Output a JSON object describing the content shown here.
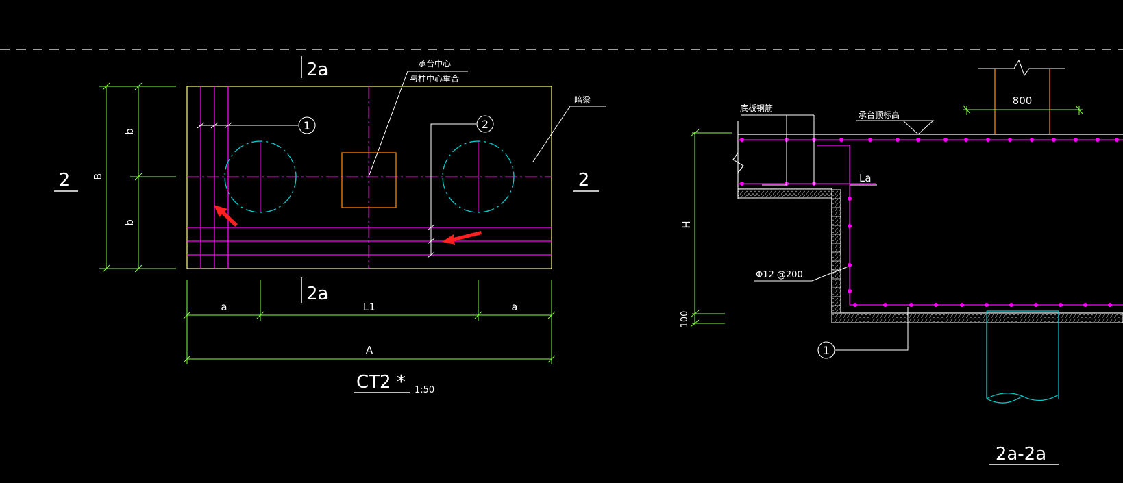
{
  "plan": {
    "section_mark_top": "2a",
    "section_mark_bottom": "2a",
    "section_left": "2",
    "section_right": "2",
    "label_B": "B",
    "label_b_top": "b",
    "label_b_bottom": "b",
    "label_a_left": "a",
    "label_L1": "L1",
    "label_a_right": "a",
    "label_A": "A",
    "note_line1": "承台中心",
    "note_line2": "与柱中心重合",
    "label_beam": "暗梁",
    "callout_1": "1",
    "callout_2": "2",
    "title": "CT2 *",
    "scale": "1:50"
  },
  "section": {
    "label_bottom_rebar": "底板钢筋",
    "label_top_elev": "承台顶标高",
    "dim_800": "800",
    "label_La": "La",
    "label_H": "H",
    "label_100": "100",
    "rebar_spec": "Φ12 @200",
    "callout_1": "1",
    "title": "2a-2a"
  },
  "colors": {
    "background": "#000000",
    "magenta": "#ff00ff",
    "dim_green": "#7fff3f",
    "yellow_outline": "#ffff80",
    "cyan": "#00d0d0",
    "orange": "#ff8000",
    "white": "#ffffff",
    "red_arrow": "#ff2020"
  }
}
